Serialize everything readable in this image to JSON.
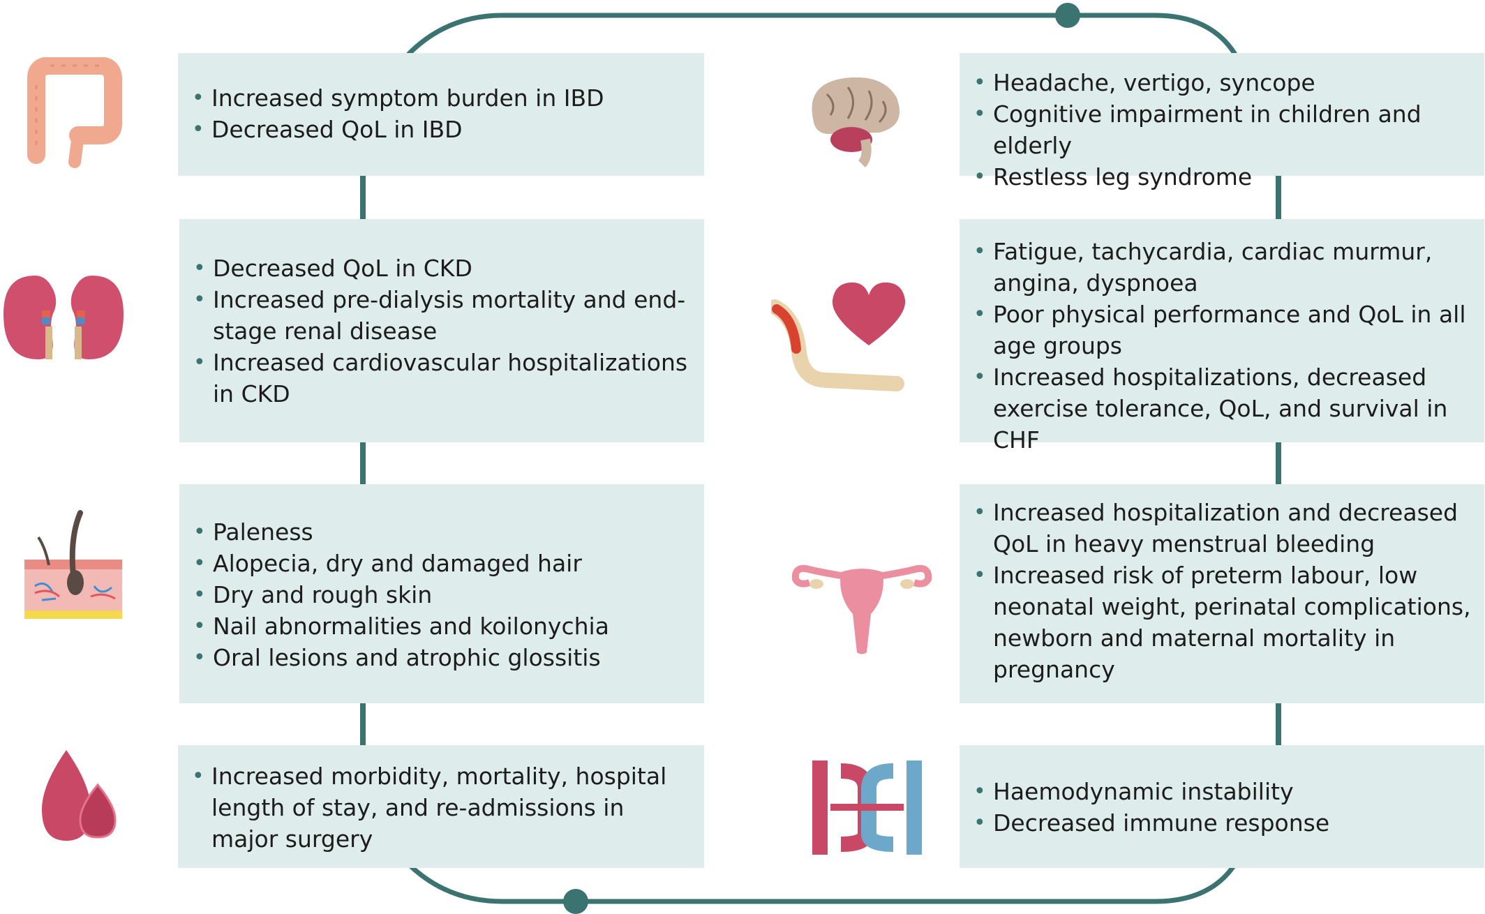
{
  "colors": {
    "panel_bg": "#deeceb",
    "connector": "#3b7370",
    "bullet": "#3b7370"
  },
  "left": [
    {
      "icon": "intestine-icon",
      "items": [
        "Increased symptom burden in IBD",
        "Decreased QoL in IBD"
      ]
    },
    {
      "icon": "kidneys-icon",
      "items": [
        "Decreased QoL in CKD",
        "Increased pre-dialysis mortality and end-stage renal disease",
        "Increased cardiovascular hospitalizations in CKD"
      ]
    },
    {
      "icon": "skin-hair-icon",
      "items": [
        "Paleness",
        "Alopecia, dry and damaged hair",
        "Dry and rough skin",
        "Nail abnormalities and koilonychia",
        "Oral lesions and atrophic glossitis"
      ]
    },
    {
      "icon": "blood-drops-icon",
      "items": [
        "Increased morbidity, mortality, hospital length of stay, and re-admissions in major surgery"
      ]
    }
  ],
  "right": [
    {
      "icon": "brain-icon",
      "items": [
        "Headache, vertigo, syncope",
        "Cognitive impairment in children and elderly",
        "Restless leg syndrome"
      ]
    },
    {
      "icon": "heart-muscle-icon",
      "items": [
        "Fatigue, tachycardia, cardiac murmur, angina, dyspnoea",
        "Poor physical performance and QoL in all age groups",
        "Increased hospitalizations, decreased exercise tolerance, QoL, and survival in CHF"
      ]
    },
    {
      "icon": "uterus-icon",
      "items": [
        "Increased hospitalization and decreased QoL in heavy menstrual bleeding",
        "Increased risk of preterm labour, low neonatal weight, perinatal complications, newborn and maternal mortality in pregnancy"
      ]
    },
    {
      "icon": "circulation-icon",
      "items": [
        "Haemodynamic instability",
        "Decreased immune response"
      ]
    }
  ]
}
